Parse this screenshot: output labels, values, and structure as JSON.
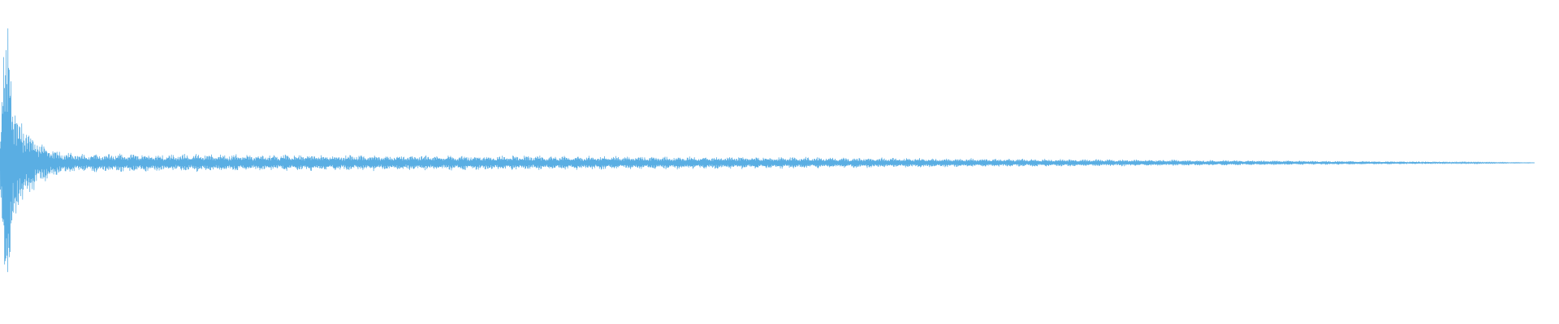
{
  "chart_data": {
    "type": "line",
    "title": "",
    "xlabel": "",
    "ylabel": "",
    "grid": false,
    "legend": "none",
    "line_color": "#5aaee3",
    "background": "#ffffff",
    "xlim": [
      0,
      1
    ],
    "ylim": [
      -1,
      1
    ],
    "series": [
      {
        "x": [
          0.0,
          0.003,
          0.006,
          0.009,
          0.012,
          0.016,
          0.02,
          0.025,
          0.03,
          0.04,
          0.05,
          0.1,
          0.2,
          0.3,
          0.4,
          0.5,
          0.6,
          0.7,
          0.8,
          0.9,
          0.95,
          1.0
        ],
        "envelope": [
          0.25,
          0.95,
          1.0,
          0.55,
          0.28,
          0.3,
          0.22,
          0.16,
          0.12,
          0.075,
          0.065,
          0.06,
          0.055,
          0.05,
          0.045,
          0.04,
          0.032,
          0.025,
          0.018,
          0.01,
          0.005,
          0.001
        ]
      }
    ]
  }
}
